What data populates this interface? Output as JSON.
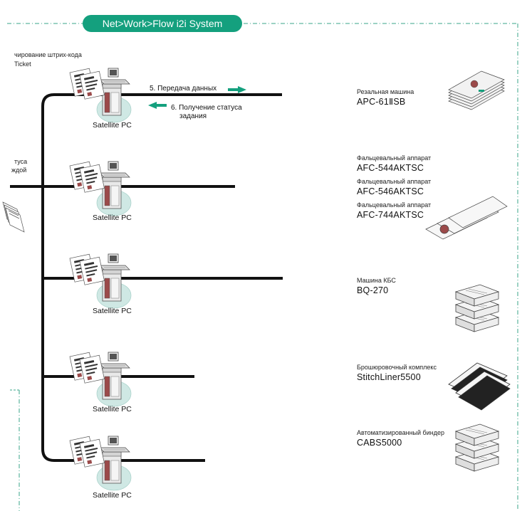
{
  "banner": {
    "title": "Net>Work>Flow  i2i System"
  },
  "left_labels": {
    "barcode_line1": "чирование штрих-кода",
    "barcode_line2": "Ticket",
    "status_line1": "туса",
    "status_line2": "ждой"
  },
  "flow": {
    "send": "5. Передача данных",
    "receive_line1": "6. Получение статуса",
    "receive_line2": "задания"
  },
  "stations": [
    {
      "label": "Satellite PC"
    },
    {
      "label": "Satellite PC"
    },
    {
      "label": "Satellite PC"
    },
    {
      "label": "Satellite PC"
    },
    {
      "label": "Satellite PC"
    }
  ],
  "machines": [
    {
      "type": "Резальная машина",
      "model": "APC-61ⅡSB",
      "icon": "cutter-paper-stack-icon"
    },
    {
      "type": "Фальцевальный аппарат",
      "model": "AFC-544AKTSC",
      "icon": ""
    },
    {
      "type": "Фальцевальный аппарат",
      "model": "AFC-546AKTSC",
      "icon": ""
    },
    {
      "type": "Фальцевальный аппарат",
      "model": "AFC-744AKTSC",
      "icon": "folded-sheets-icon"
    },
    {
      "type": "Машина КБС",
      "model": "BQ-270",
      "icon": "perfect-bound-books-icon"
    },
    {
      "type": "Брошюровочный комплекс",
      "model": "StitchLiner5500",
      "icon": "saddle-stitched-booklets-icon"
    },
    {
      "type": "Автоматизированный биндер",
      "model": "CABS5000",
      "icon": "book-stack-icon"
    }
  ],
  "colors": {
    "accent": "#14a07e",
    "line": "#111111",
    "station_circle": "#cfe8e4",
    "dash": "#3aa58a"
  }
}
